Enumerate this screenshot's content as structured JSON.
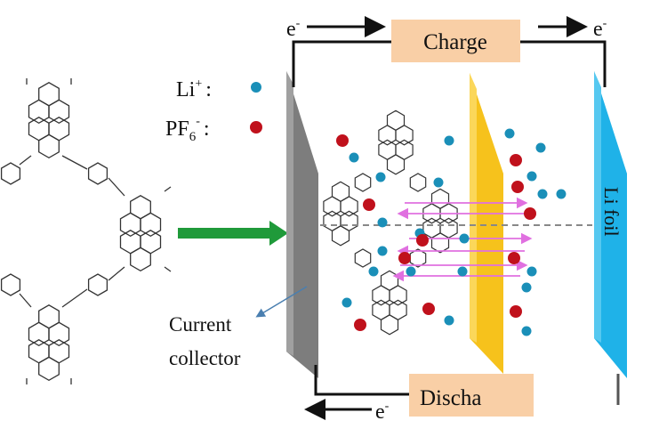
{
  "legend": {
    "li_label": "Li",
    "li_sup": "+",
    "pf6_label": "PF",
    "pf6_sub": "6",
    "pf6_sup": "-",
    "colon": ":"
  },
  "circuit": {
    "charge_label": "Charge",
    "discharge_label": "Discha",
    "electron": "e",
    "electron_sup": "-"
  },
  "labels": {
    "current_collector_line1": "Current",
    "current_collector_line2": "collector",
    "li_foil": "Li foil"
  },
  "colors": {
    "li_ion": "#1a8fb8",
    "pf6_ion": "#c0111c",
    "box": "#f9cfa6",
    "collector": "#808080",
    "separator": "#f7c21a",
    "li_foil": "#1fb2e8",
    "green_arrow": "#1f9a3a",
    "pink_arrow": "#e070e0"
  }
}
